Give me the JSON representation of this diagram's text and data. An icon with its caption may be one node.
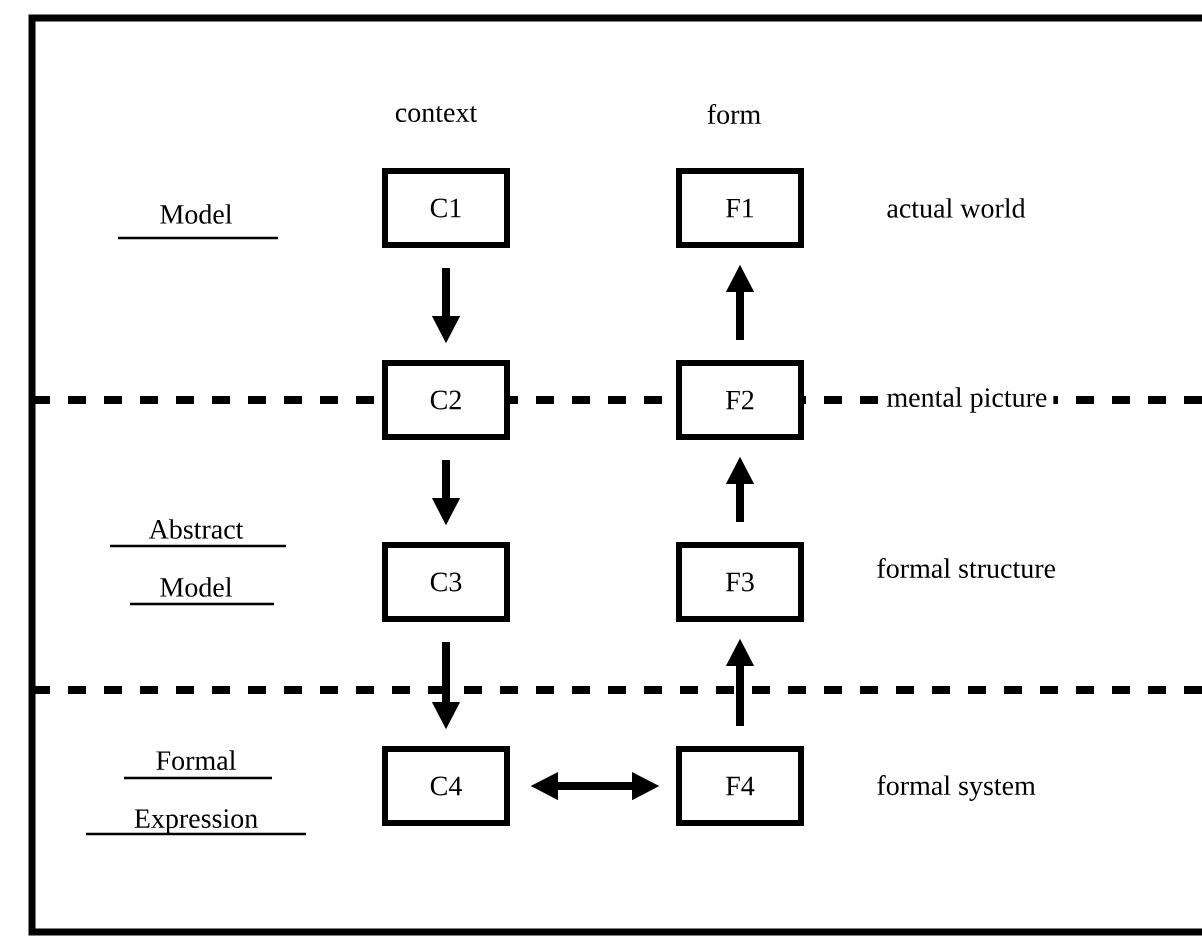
{
  "diagram": {
    "nodes": [
      {
        "text": [
          "C1"
        ]
      },
      {
        "text": [
          "C2"
        ]
      },
      {
        "text": [
          "C3"
        ]
      },
      {
        "text": [
          "C4"
        ]
      },
      {
        "text": [
          "F1"
        ]
      },
      {
        "text": [
          "F2"
        ]
      },
      {
        "text": [
          "F3"
        ]
      },
      {
        "text": [
          "F4"
        ]
      }
    ],
    "edges": [
      {
        "from": 0,
        "to": 1,
        "arrow": "to"
      },
      {
        "from": 1,
        "to": 2,
        "arrow": "to"
      },
      {
        "from": 2,
        "to": 3,
        "arrow": "to"
      },
      {
        "from": 3,
        "to": 7,
        "arrow": "both"
      },
      {
        "from": 7,
        "to": 6,
        "arrow": "to"
      },
      {
        "from": 6,
        "to": 5,
        "arrow": "to"
      },
      {
        "from": 5,
        "to": 4,
        "arrow": "to"
      }
    ],
    "labels": [
      "context",
      "form",
      "Model",
      "actual world",
      "mental picture",
      "Abstract Model",
      "formal structure",
      "Formal Expression",
      "formal system"
    ]
  }
}
